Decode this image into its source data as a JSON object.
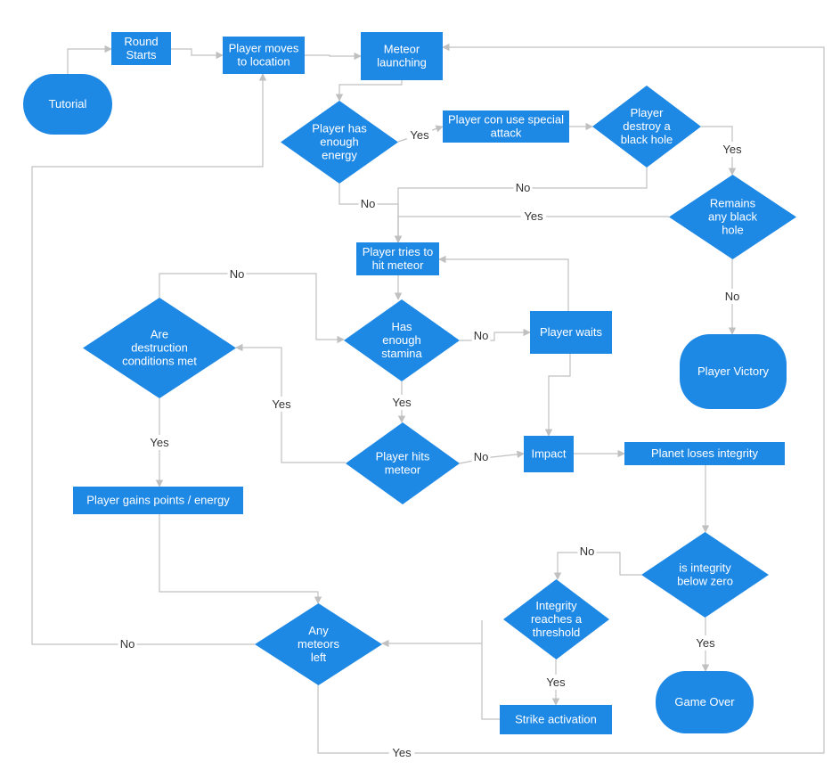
{
  "colors": {
    "node_fill": "#1e88e5",
    "node_text": "#ffffff",
    "edge": "#c0c0c0",
    "label": "#333333"
  },
  "nodes": {
    "tutorial": {
      "shape": "terminal",
      "lines": [
        "Tutorial"
      ]
    },
    "round_starts": {
      "shape": "process",
      "lines": [
        "Round",
        "Starts"
      ]
    },
    "player_moves": {
      "shape": "process",
      "lines": [
        "Player moves",
        "to location"
      ]
    },
    "meteor_launching": {
      "shape": "process",
      "lines": [
        "Meteor",
        "launching"
      ]
    },
    "player_has_energy": {
      "shape": "decision",
      "lines": [
        "Player has",
        "enough",
        "energy"
      ]
    },
    "special_attack": {
      "shape": "process",
      "lines": [
        "Player con use special",
        "attack"
      ]
    },
    "destroy_black_hole": {
      "shape": "decision",
      "lines": [
        "Player",
        "destroy a",
        "black hole"
      ]
    },
    "remains_black_hole": {
      "shape": "decision",
      "lines": [
        "Remains",
        "any black",
        "hole"
      ]
    },
    "player_victory": {
      "shape": "terminal",
      "lines": [
        "Player Victory"
      ]
    },
    "tries_to_hit": {
      "shape": "process",
      "lines": [
        "Player tries to",
        "hit meteor"
      ]
    },
    "has_stamina": {
      "shape": "decision",
      "lines": [
        "Has",
        "enough",
        "stamina"
      ]
    },
    "player_waits": {
      "shape": "process",
      "lines": [
        "Player waits"
      ]
    },
    "destruction_conditions": {
      "shape": "decision",
      "lines": [
        "Are",
        "destruction",
        "conditions met"
      ]
    },
    "player_hits": {
      "shape": "decision",
      "lines": [
        "Player hits",
        "meteor"
      ]
    },
    "impact": {
      "shape": "process",
      "lines": [
        "Impact"
      ]
    },
    "planet_loses": {
      "shape": "process",
      "lines": [
        "Planet loses integrity"
      ]
    },
    "gains_points": {
      "shape": "process",
      "lines": [
        "Player gains points / energy"
      ]
    },
    "integrity_below_zero": {
      "shape": "decision",
      "lines": [
        "is integrity",
        "below zero"
      ]
    },
    "integrity_threshold": {
      "shape": "decision",
      "lines": [
        "Integrity",
        "reaches a",
        "threshold"
      ]
    },
    "any_meteors_left": {
      "shape": "decision",
      "lines": [
        "Any",
        "meteors",
        "left"
      ]
    },
    "strike_activation": {
      "shape": "process",
      "lines": [
        "Strike activation"
      ]
    },
    "game_over": {
      "shape": "terminal",
      "lines": [
        "Game Over"
      ]
    }
  },
  "edges": [
    {
      "id": "tutorial-to-round",
      "from": "tutorial",
      "to": "round_starts",
      "label": ""
    },
    {
      "id": "round-to-moves",
      "from": "round_starts",
      "to": "player_moves",
      "label": ""
    },
    {
      "id": "moves-to-launching",
      "from": "player_moves",
      "to": "meteor_launching",
      "label": ""
    },
    {
      "id": "launching-to-energy",
      "from": "meteor_launching",
      "to": "player_has_energy",
      "label": ""
    },
    {
      "id": "energy-yes",
      "from": "player_has_energy",
      "to": "special_attack",
      "label": "Yes"
    },
    {
      "id": "special-to-destroy",
      "from": "special_attack",
      "to": "destroy_black_hole",
      "label": ""
    },
    {
      "id": "destroy-yes",
      "from": "destroy_black_hole",
      "to": "remains_black_hole",
      "label": "Yes"
    },
    {
      "id": "destroy-no",
      "from": "destroy_black_hole",
      "to": "tries_to_hit",
      "label": "No"
    },
    {
      "id": "energy-no",
      "from": "player_has_energy",
      "to": "tries_to_hit",
      "label": "No"
    },
    {
      "id": "remains-yes",
      "from": "remains_black_hole",
      "to": "tries_to_hit",
      "label": "Yes"
    },
    {
      "id": "remains-no",
      "from": "remains_black_hole",
      "to": "player_victory",
      "label": "No"
    },
    {
      "id": "tries-to-stamina",
      "from": "tries_to_hit",
      "to": "has_stamina",
      "label": ""
    },
    {
      "id": "stamina-no",
      "from": "has_stamina",
      "to": "player_waits",
      "label": "No"
    },
    {
      "id": "waits-to-tries",
      "from": "player_waits",
      "to": "tries_to_hit",
      "label": ""
    },
    {
      "id": "waits-to-impact",
      "from": "player_waits",
      "to": "impact",
      "label": ""
    },
    {
      "id": "stamina-yes",
      "from": "has_stamina",
      "to": "player_hits",
      "label": "Yes"
    },
    {
      "id": "destruction-no",
      "from": "destruction_conditions",
      "to": "has_stamina",
      "label": "No"
    },
    {
      "id": "hits-yes",
      "from": "player_hits",
      "to": "destruction_conditions",
      "label": "Yes"
    },
    {
      "id": "hits-no",
      "from": "player_hits",
      "to": "impact",
      "label": "No"
    },
    {
      "id": "destruction-yes",
      "from": "destruction_conditions",
      "to": "gains_points",
      "label": "Yes"
    },
    {
      "id": "impact-to-planet",
      "from": "impact",
      "to": "planet_loses",
      "label": ""
    },
    {
      "id": "planet-to-zero",
      "from": "planet_loses",
      "to": "integrity_below_zero",
      "label": ""
    },
    {
      "id": "zero-no",
      "from": "integrity_below_zero",
      "to": "integrity_threshold",
      "label": "No"
    },
    {
      "id": "zero-yes",
      "from": "integrity_below_zero",
      "to": "game_over",
      "label": "Yes"
    },
    {
      "id": "threshold-yes",
      "from": "integrity_threshold",
      "to": "strike_activation",
      "label": "Yes"
    },
    {
      "id": "strike-to-meteors",
      "from": "strike_activation",
      "to": "any_meteors_left",
      "label": ""
    },
    {
      "id": "gains-to-meteors",
      "from": "gains_points",
      "to": "any_meteors_left",
      "label": ""
    },
    {
      "id": "meteors-no",
      "from": "any_meteors_left",
      "to": "player_moves",
      "label": "No"
    },
    {
      "id": "meteors-yes",
      "from": "any_meteors_left",
      "to": "meteor_launching",
      "label": "Yes"
    }
  ]
}
